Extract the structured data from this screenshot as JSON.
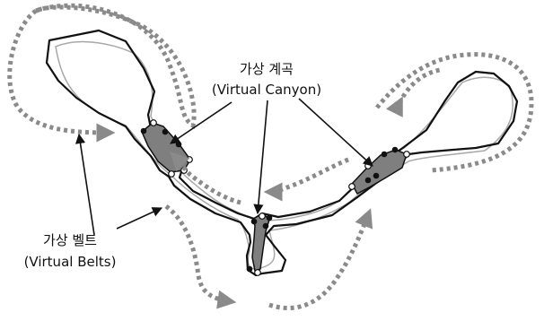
{
  "labels": {
    "canyon_korean": "가상 계곡",
    "canyon_english": "(Virtual Canyon)",
    "belts_korean": "가상 벨트",
    "belts_english": "(Virtual Belts)"
  },
  "colors": {
    "outline": "#111111",
    "thin_line": "#a8a8a8",
    "canyon_fill": "#7f7f7f",
    "belt_dots": "#8a8a8a",
    "background": "#ffffff"
  }
}
